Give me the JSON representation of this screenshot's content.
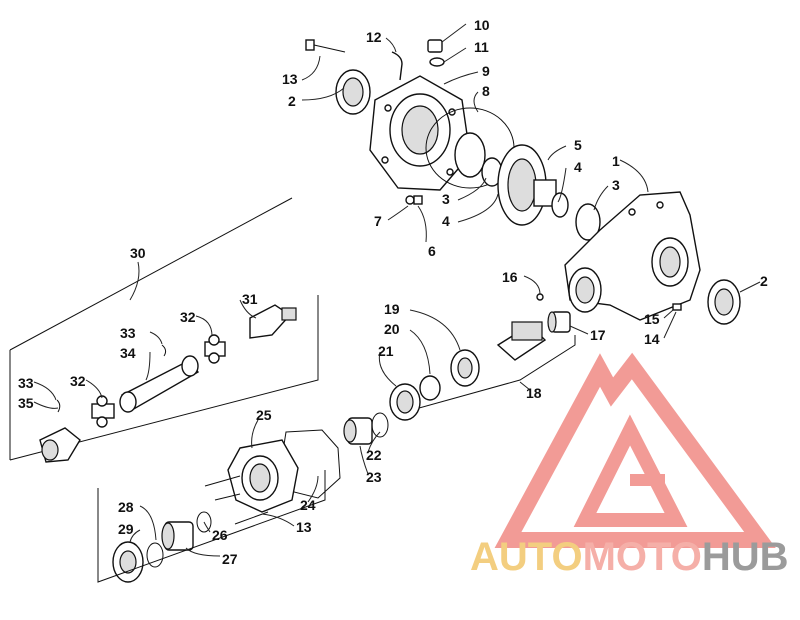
{
  "callouts": [
    {
      "id": "1",
      "text": "1"
    },
    {
      "id": "2a",
      "text": "2"
    },
    {
      "id": "2b",
      "text": "2"
    },
    {
      "id": "3a",
      "text": "3"
    },
    {
      "id": "3b",
      "text": "3"
    },
    {
      "id": "4a",
      "text": "4"
    },
    {
      "id": "4b",
      "text": "4"
    },
    {
      "id": "5",
      "text": "5"
    },
    {
      "id": "6",
      "text": "6"
    },
    {
      "id": "7",
      "text": "7"
    },
    {
      "id": "8",
      "text": "8"
    },
    {
      "id": "9",
      "text": "9"
    },
    {
      "id": "10",
      "text": "10"
    },
    {
      "id": "11",
      "text": "11"
    },
    {
      "id": "12",
      "text": "12"
    },
    {
      "id": "13a",
      "text": "13"
    },
    {
      "id": "13b",
      "text": "13"
    },
    {
      "id": "14",
      "text": "14"
    },
    {
      "id": "15",
      "text": "15"
    },
    {
      "id": "16",
      "text": "16"
    },
    {
      "id": "17",
      "text": "17"
    },
    {
      "id": "18",
      "text": "18"
    },
    {
      "id": "19",
      "text": "19"
    },
    {
      "id": "20",
      "text": "20"
    },
    {
      "id": "21",
      "text": "21"
    },
    {
      "id": "22",
      "text": "22"
    },
    {
      "id": "23",
      "text": "23"
    },
    {
      "id": "24",
      "text": "24"
    },
    {
      "id": "25",
      "text": "25"
    },
    {
      "id": "26",
      "text": "26"
    },
    {
      "id": "27",
      "text": "27"
    },
    {
      "id": "28",
      "text": "28"
    },
    {
      "id": "29",
      "text": "29"
    },
    {
      "id": "30",
      "text": "30"
    },
    {
      "id": "31",
      "text": "31"
    },
    {
      "id": "32a",
      "text": "32"
    },
    {
      "id": "32b",
      "text": "32"
    },
    {
      "id": "33a",
      "text": "33"
    },
    {
      "id": "33b",
      "text": "33"
    },
    {
      "id": "34",
      "text": "34"
    },
    {
      "id": "35",
      "text": "35"
    }
  ],
  "watermark": {
    "part1": "AUTO",
    "part2": "MOTO",
    "part3": "HUB",
    "color_auto": "#f2c66a",
    "color_moto": "#f4a29a",
    "color_hub": "#8a8a8a",
    "logo_color": "#f08a84"
  }
}
